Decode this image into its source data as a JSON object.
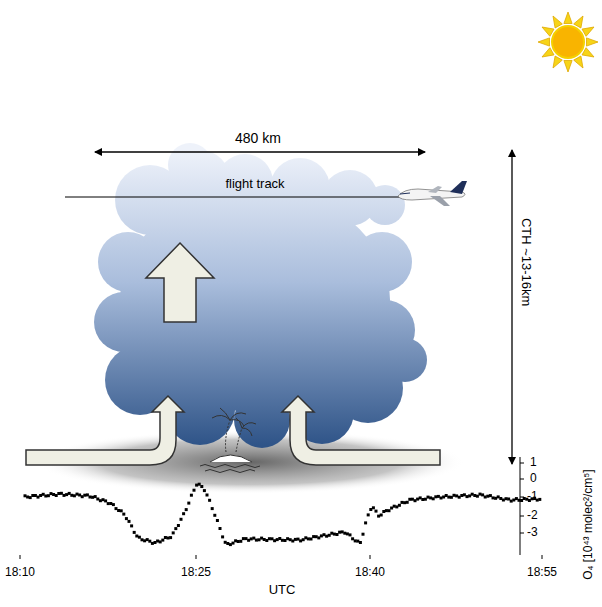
{
  "diagram": {
    "labels": [
      "480 km",
      "flight track",
      "CTH ~13-16km",
      "1",
      "0",
      "-1",
      "-2",
      "-3",
      "O₄ [10⁴³ molec²/cm⁵]",
      "18:10",
      "18:25",
      "18:40",
      "18:55",
      "UTC"
    ]
  }
}
